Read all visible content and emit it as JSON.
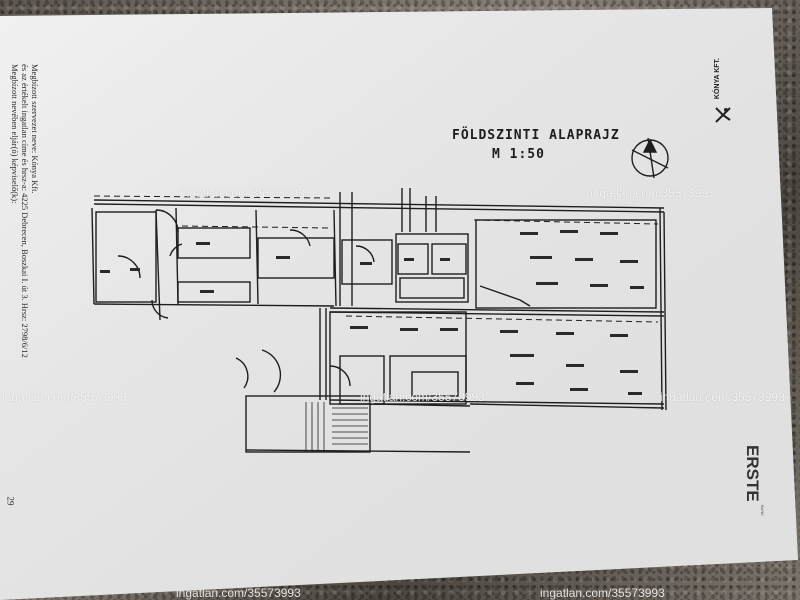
{
  "document": {
    "plan_title": "FÖLDSZINTI ALAPRAJZ",
    "plan_scale": "M 1:50",
    "side_notes": [
      "Megbízott szervezet neve: Kónya Kft.",
      "és az értékelt ingatlan címe és hrsz-a: 4225 Debrecen, Boszkai I. út 3. Hrsz: 2798/6/12",
      "Megbízott nevében eljár(ó) képviselő(k):"
    ],
    "page_number": "29",
    "company_mark": "KÓNYA KFT.",
    "bank_logo": "ERSTE",
    "bank_logo_sub": "BANK"
  },
  "watermarks": {
    "top": "ingatlan.com/35573993",
    "top_right": "ingatlan.com/35573993",
    "left": "ingatlan.com/35573993",
    "center": "ingatlan.com/35573993",
    "right": "ingatlan.com/35573993",
    "bottom_left": "ingatlan.com/35573993",
    "bottom_right": "ingatlan.com/35573993"
  },
  "colors": {
    "paper": "#efefef",
    "ink": "#1e1e1e",
    "background": "#6e6a63"
  }
}
